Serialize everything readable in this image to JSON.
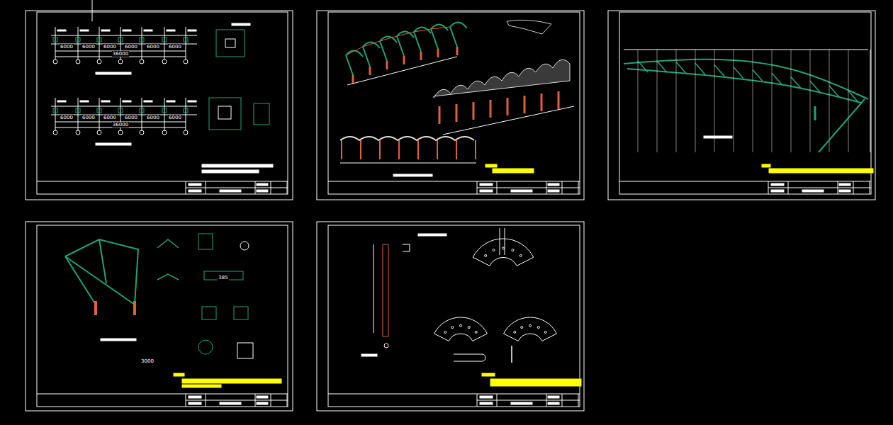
{
  "diagram": {
    "labels": [
      "6000",
      "6000",
      "6000",
      "6000",
      "6000",
      "6000",
      "36000",
      "6000",
      "6000",
      "6000",
      "6000",
      "6000",
      "6000",
      "36000",
      "385",
      "3000"
    ]
  }
}
